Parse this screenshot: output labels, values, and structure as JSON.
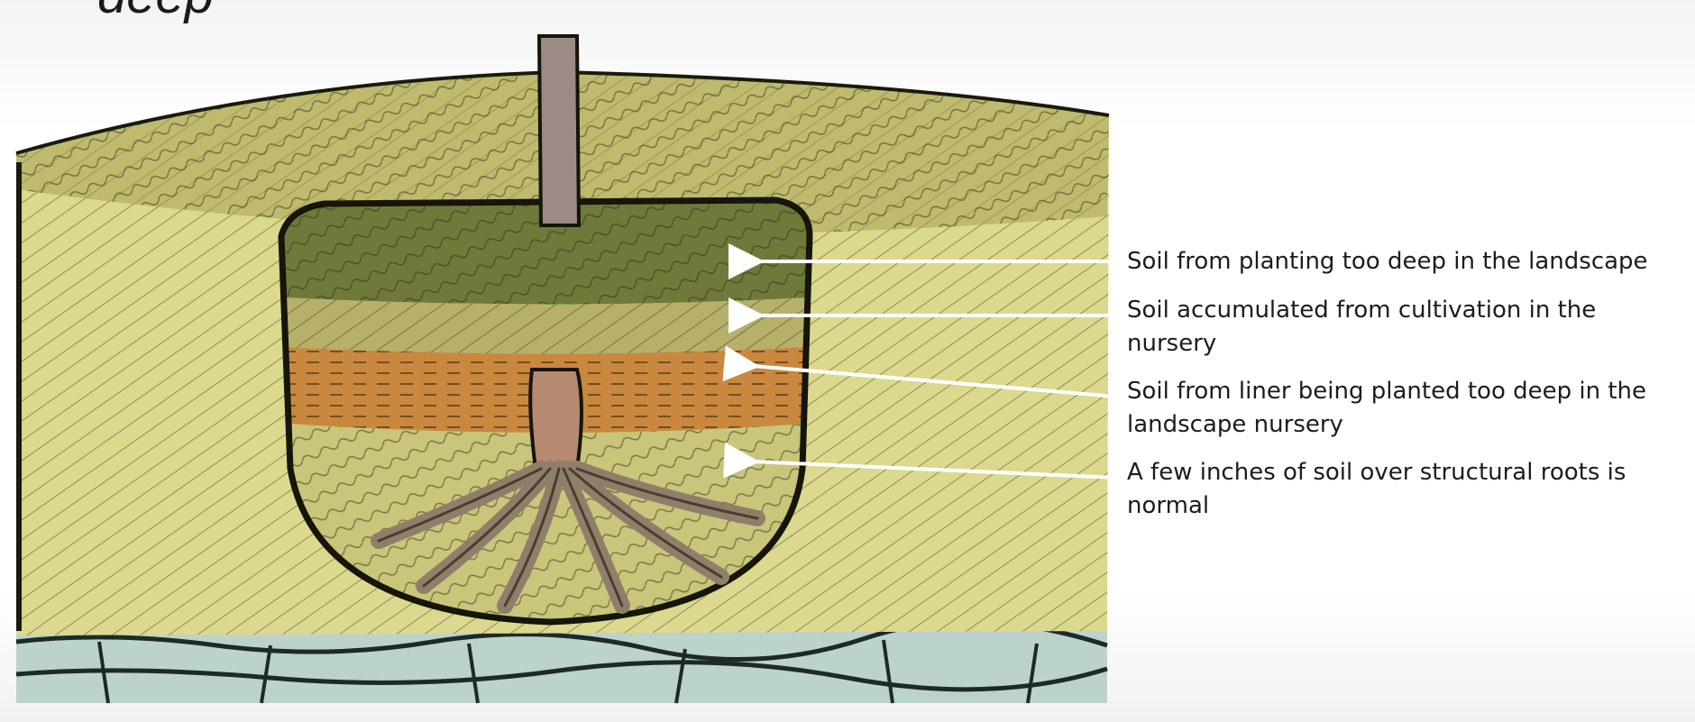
{
  "title_fragment": "deep",
  "labels": [
    "Soil from planting too deep in the landscape",
    "Soil accumulated from cultivation in the nursery",
    "Soil from liner being planted too deep in the landscape nursery",
    "A few inches of soil over structural roots is normal"
  ],
  "colors": {
    "surrounding_soil": "#dcd98f",
    "soil_dark": "#a7a154",
    "top_layer_green": "#6f7a3a",
    "cultivation_layer": "#b7b06a",
    "liner_layer_orange": "#c9883e",
    "root_zone": "#cfcc80",
    "stone_base": "#bcd3cc",
    "trunk": "#9b8a86",
    "arrow": "#ffffff"
  }
}
